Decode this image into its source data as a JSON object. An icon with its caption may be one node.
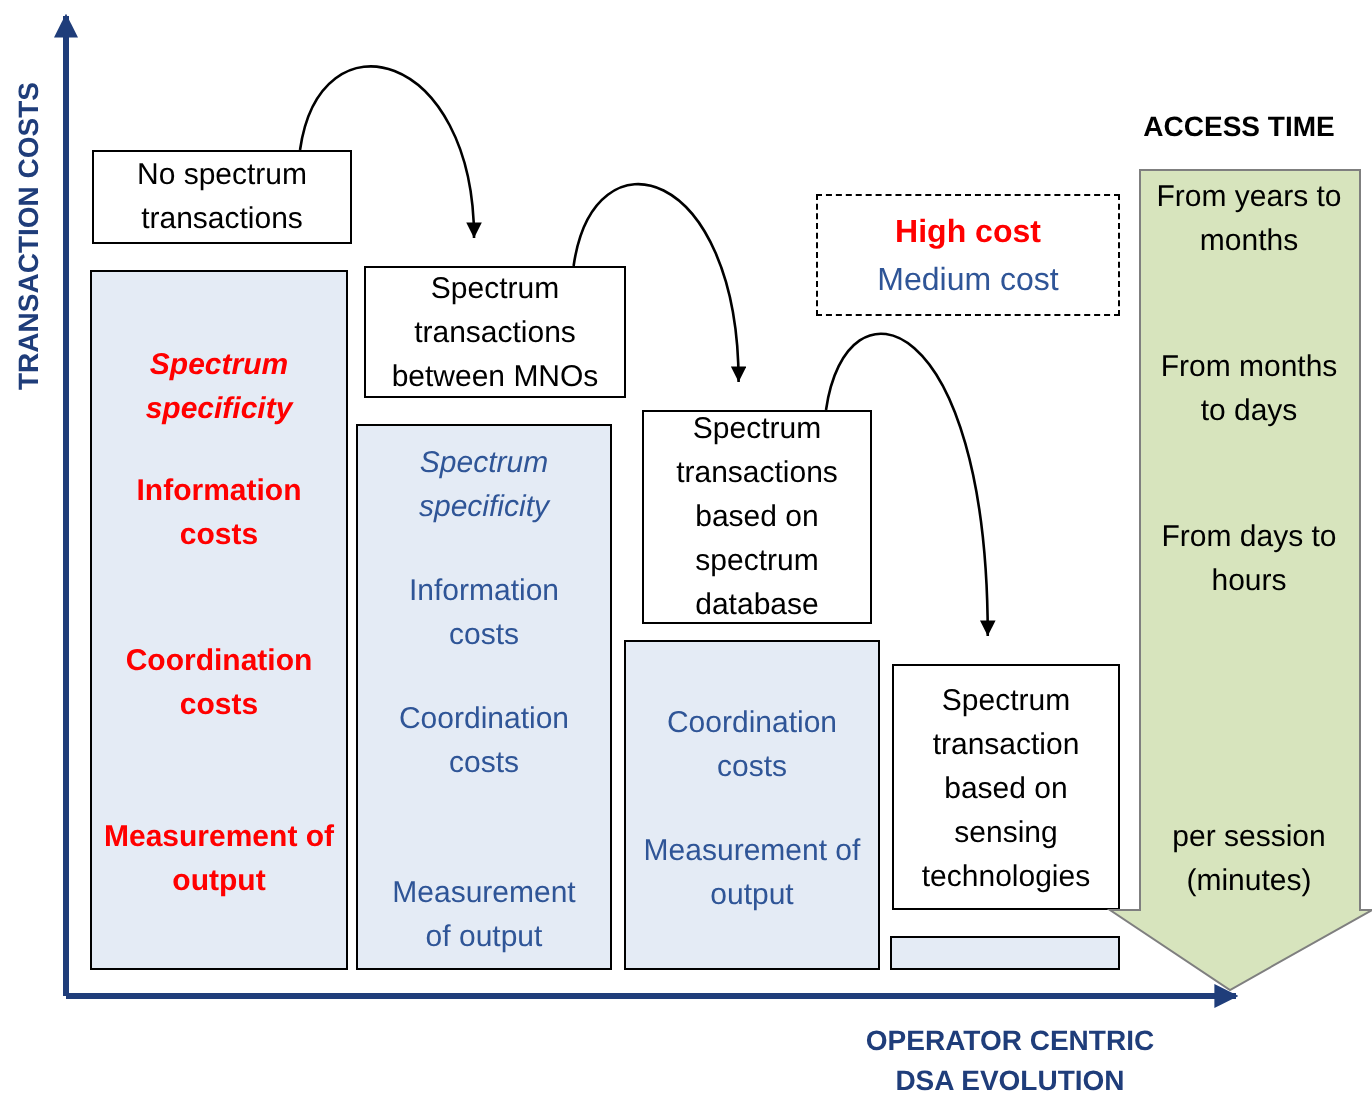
{
  "diagram": {
    "nodes": [
      {
        "text": [
          "No spectrum transactions"
        ]
      },
      {
        "text": [
          "Spectrum specificity",
          "Information costs",
          "Coordination costs",
          "Measurement of output"
        ]
      },
      {
        "text": [
          "Spectrum transactions between MNOs"
        ]
      },
      {
        "text": [
          "Spectrum specificity",
          "Information costs",
          "Coordination costs",
          "Measurement of output"
        ]
      },
      {
        "text": [
          "Spectrum transactions based on spectrum database"
        ]
      },
      {
        "text": [
          "Coordination costs",
          "Measurement of output"
        ]
      },
      {
        "text": [
          "Spectrum transaction based on sensing technologies"
        ]
      },
      {
        "text": [],
        "shape": "bar"
      },
      {
        "text": [
          "ACCESS TIME",
          "From years to months",
          "From months to days",
          "From days to hours",
          "per session (minutes)"
        ]
      }
    ],
    "edges": [
      {
        "from": 0,
        "to": 2,
        "arrow": "to"
      },
      {
        "from": 2,
        "to": 4,
        "arrow": "to"
      },
      {
        "from": 4,
        "to": 6,
        "arrow": "to"
      }
    ],
    "labels": [
      "TRANSACTION COSTS",
      "OPERATOR CENTRIC DSA EVOLUTION"
    ],
    "legend": [
      {
        "text": "High cost",
        "color": "#ff0000"
      },
      {
        "text": "Medium cost",
        "color": "#2f5597"
      }
    ]
  }
}
